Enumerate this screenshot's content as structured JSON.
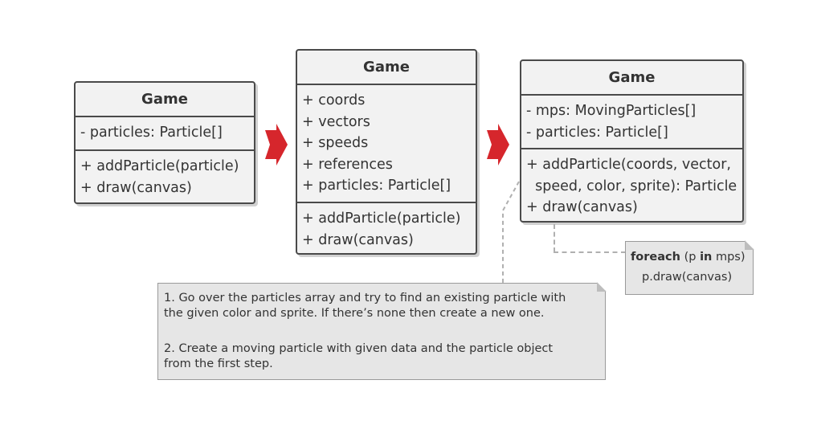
{
  "colors": {
    "box_fill": "#f2f2f2",
    "box_border": "#4a4a4a",
    "arrow": "#d6262c",
    "note_fill": "#e6e6e6",
    "note_border": "#9a9a9a"
  },
  "classes": [
    {
      "title": "Game",
      "fields": [
        "- particles: Particle[]"
      ],
      "methods": [
        "+ addParticle(particle)",
        "+ draw(canvas)"
      ]
    },
    {
      "title": "Game",
      "fields": [
        "+ coords",
        "+ vectors",
        "+ speeds",
        "+ references",
        "+ particles: Particle[]"
      ],
      "methods": [
        "+ addParticle(particle)",
        "+ draw(canvas)"
      ]
    },
    {
      "title": "Game",
      "fields": [
        "- mps: MovingParticles[]",
        "- particles: Particle[]"
      ],
      "methods": [
        "+ addParticle(coords, vector,",
        "  speed, color, sprite): Particle",
        "+ draw(canvas)"
      ]
    }
  ],
  "arrows": [
    "right-arrow",
    "right-arrow"
  ],
  "notes": {
    "draw_note": {
      "kw1": "foreach",
      "t1": " (p ",
      "kw2": "in",
      "t2": " mps)",
      "line2": "p.draw(canvas)"
    },
    "add_note": {
      "lines": [
        "1. Go over the particles array and try to find an existing particle with",
        "the given color and sprite. If there’s none then create a new one.",
        "",
        "2. Create a moving particle with given data and the particle object",
        "from the first step."
      ]
    }
  }
}
